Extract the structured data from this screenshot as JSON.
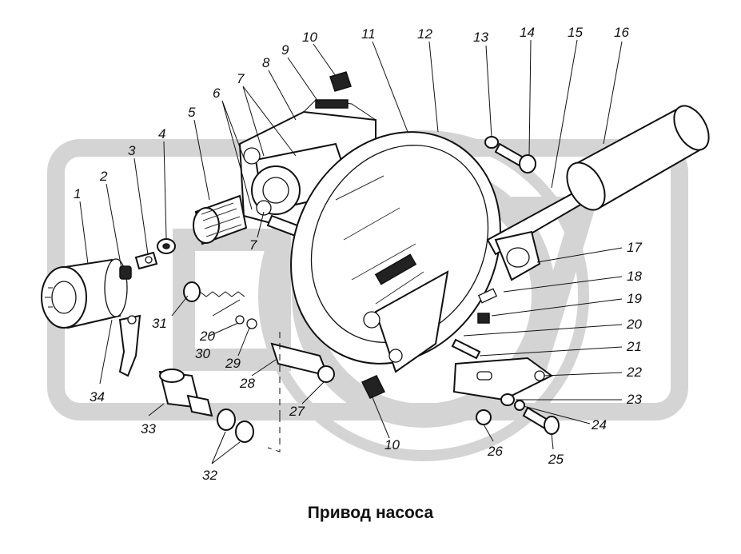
{
  "title": "Привод насоса",
  "colors": {
    "ink": "#111111",
    "watermark": "#d4d4d4",
    "background": "#ffffff"
  },
  "callouts": [
    {
      "id": "c1",
      "label": "1"
    },
    {
      "id": "c2",
      "label": "2"
    },
    {
      "id": "c3",
      "label": "3"
    },
    {
      "id": "c4",
      "label": "4"
    },
    {
      "id": "c5",
      "label": "5"
    },
    {
      "id": "c6",
      "label": "6"
    },
    {
      "id": "c7a",
      "label": "7"
    },
    {
      "id": "c7b",
      "label": "7"
    },
    {
      "id": "c8",
      "label": "8"
    },
    {
      "id": "c9",
      "label": "9"
    },
    {
      "id": "c10a",
      "label": "10"
    },
    {
      "id": "c10b",
      "label": "10"
    },
    {
      "id": "c11",
      "label": "11"
    },
    {
      "id": "c12",
      "label": "12"
    },
    {
      "id": "c13",
      "label": "13"
    },
    {
      "id": "c14",
      "label": "14"
    },
    {
      "id": "c15",
      "label": "15"
    },
    {
      "id": "c16",
      "label": "16"
    },
    {
      "id": "c17",
      "label": "17"
    },
    {
      "id": "c18",
      "label": "18"
    },
    {
      "id": "c19",
      "label": "19"
    },
    {
      "id": "c20a",
      "label": "20"
    },
    {
      "id": "c20b",
      "label": "20"
    },
    {
      "id": "c21",
      "label": "21"
    },
    {
      "id": "c22",
      "label": "22"
    },
    {
      "id": "c23",
      "label": "23"
    },
    {
      "id": "c24",
      "label": "24"
    },
    {
      "id": "c25",
      "label": "25"
    },
    {
      "id": "c26",
      "label": "26"
    },
    {
      "id": "c27",
      "label": "27"
    },
    {
      "id": "c28",
      "label": "28"
    },
    {
      "id": "c29",
      "label": "29"
    },
    {
      "id": "c30",
      "label": "30"
    },
    {
      "id": "c31",
      "label": "31"
    },
    {
      "id": "c32",
      "label": "32"
    },
    {
      "id": "c33",
      "label": "33"
    },
    {
      "id": "c34",
      "label": "34"
    }
  ]
}
